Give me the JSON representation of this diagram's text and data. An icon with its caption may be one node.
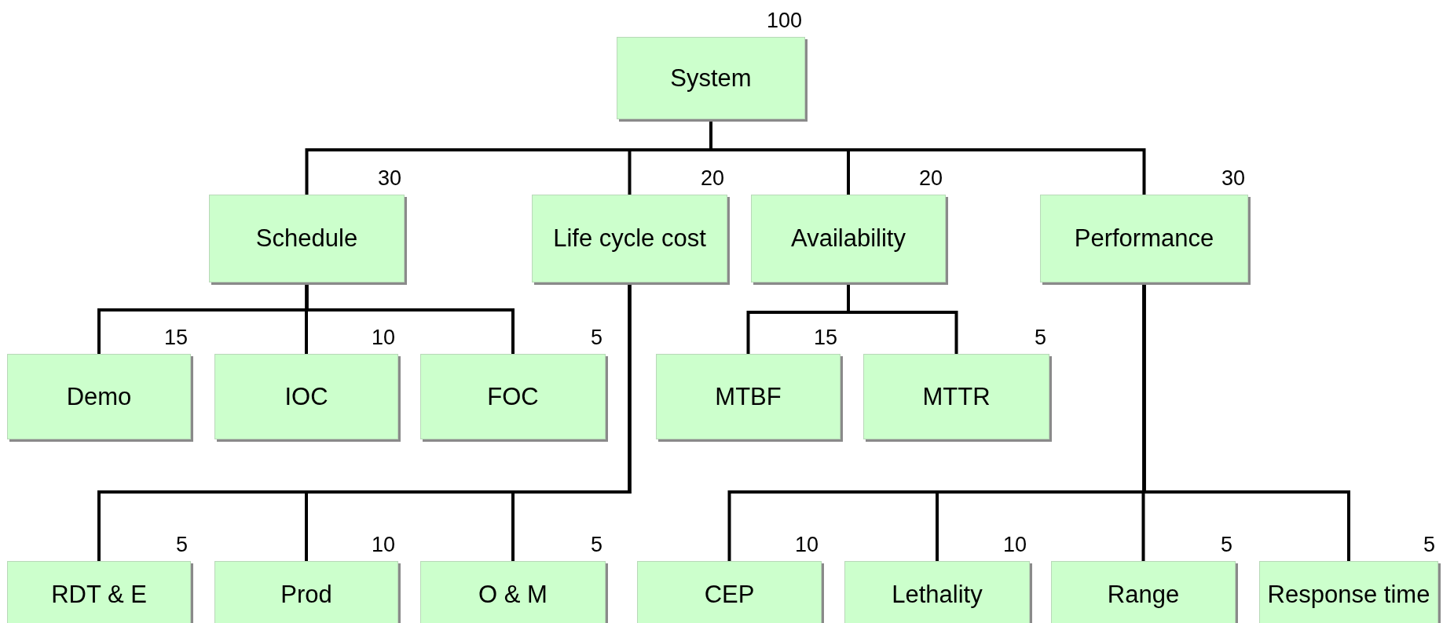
{
  "diagram": {
    "nodes": [
      {
        "text": [
          "System"
        ],
        "beside": [
          "100"
        ]
      },
      {
        "text": [
          "Schedule"
        ],
        "beside": [
          "30"
        ]
      },
      {
        "text": [
          "Life cycle cost"
        ],
        "beside": [
          "20"
        ]
      },
      {
        "text": [
          "Availability"
        ],
        "beside": [
          "20"
        ]
      },
      {
        "text": [
          "Performance"
        ],
        "beside": [
          "30"
        ]
      },
      {
        "text": [
          "Demo"
        ],
        "beside": [
          "15"
        ]
      },
      {
        "text": [
          "IOC"
        ],
        "beside": [
          "10"
        ]
      },
      {
        "text": [
          "FOC"
        ],
        "beside": [
          "5"
        ]
      },
      {
        "text": [
          "MTBF"
        ],
        "beside": [
          "15"
        ]
      },
      {
        "text": [
          "MTTR"
        ],
        "beside": [
          "5"
        ]
      },
      {
        "text": [
          "RDT & E"
        ],
        "beside": [
          "5"
        ]
      },
      {
        "text": [
          "Prod"
        ],
        "beside": [
          "10"
        ]
      },
      {
        "text": [
          "O & M"
        ],
        "beside": [
          "5"
        ]
      },
      {
        "text": [
          "CEP"
        ],
        "beside": [
          "10"
        ]
      },
      {
        "text": [
          "Lethality"
        ],
        "beside": [
          "10"
        ]
      },
      {
        "text": [
          "Range"
        ],
        "beside": [
          "5"
        ]
      },
      {
        "text": [
          "Response time"
        ],
        "beside": [
          "5"
        ]
      }
    ],
    "edges": [
      {
        "from": 0,
        "to": 1,
        "arrow": "none"
      },
      {
        "from": 0,
        "to": 2,
        "arrow": "none"
      },
      {
        "from": 0,
        "to": 3,
        "arrow": "none"
      },
      {
        "from": 0,
        "to": 4,
        "arrow": "none"
      },
      {
        "from": 1,
        "to": 5,
        "arrow": "none"
      },
      {
        "from": 1,
        "to": 6,
        "arrow": "none"
      },
      {
        "from": 1,
        "to": 7,
        "arrow": "none"
      },
      {
        "from": 3,
        "to": 8,
        "arrow": "none"
      },
      {
        "from": 3,
        "to": 9,
        "arrow": "none"
      },
      {
        "from": 2,
        "to": 10,
        "arrow": "none"
      },
      {
        "from": 2,
        "to": 11,
        "arrow": "none"
      },
      {
        "from": 2,
        "to": 12,
        "arrow": "none"
      },
      {
        "from": 4,
        "to": 13,
        "arrow": "none"
      },
      {
        "from": 4,
        "to": 14,
        "arrow": "none"
      },
      {
        "from": 4,
        "to": 15,
        "arrow": "none"
      },
      {
        "from": 4,
        "to": 16,
        "arrow": "none"
      }
    ]
  }
}
